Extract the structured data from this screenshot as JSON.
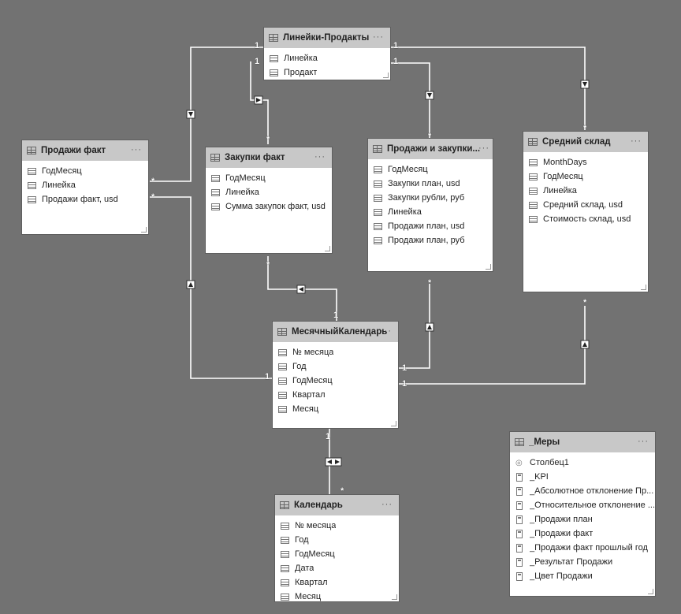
{
  "tables": {
    "lines_products": {
      "title": "Линейки-Продакты",
      "fields": [
        "Линейка",
        "Продакт"
      ]
    },
    "sales_fact": {
      "title": "Продажи факт",
      "fields": [
        "ГодМесяц",
        "Линейка",
        "Продажи факт, usd"
      ]
    },
    "purchases_fact": {
      "title": "Закупки факт",
      "fields": [
        "ГодМесяц",
        "Линейка",
        "Сумма закупок факт, usd"
      ]
    },
    "sales_purchases": {
      "title": "Продажи и закупки...",
      "fields": [
        "ГодМесяц",
        "Закупки план, usd",
        "Закупки рубли, руб",
        "Линейка",
        "Продажи план, usd",
        "Продажи план, руб"
      ]
    },
    "avg_stock": {
      "title": "Средний склад",
      "fields": [
        "MonthDays",
        "ГодМесяц",
        "Линейка",
        "Средний склад, usd",
        "Стоимость склад, usd"
      ]
    },
    "monthly_calendar": {
      "title": "МесячныйКалендарь",
      "fields": [
        "№ месяца",
        "Год",
        "ГодМесяц",
        "Квартал",
        "Месяц"
      ]
    },
    "calendar": {
      "title": "Календарь",
      "fields": [
        "№ месяца",
        "Год",
        "ГодМесяц",
        "Дата",
        "Квартал",
        "Месяц"
      ]
    },
    "measures": {
      "title": "_Меры",
      "fields": [
        "Столбец1",
        "_KPI",
        "_Абсолютное отклонение Пр...",
        "_Относительное отклонение ...",
        "_Продажи план",
        "_Продажи факт",
        "_Продажи факт прошлый год",
        "_Результат Продажи",
        "_Цвет Продажи"
      ]
    }
  },
  "more_glyph": "···",
  "cardinality": {
    "one": "1",
    "many": "*"
  }
}
